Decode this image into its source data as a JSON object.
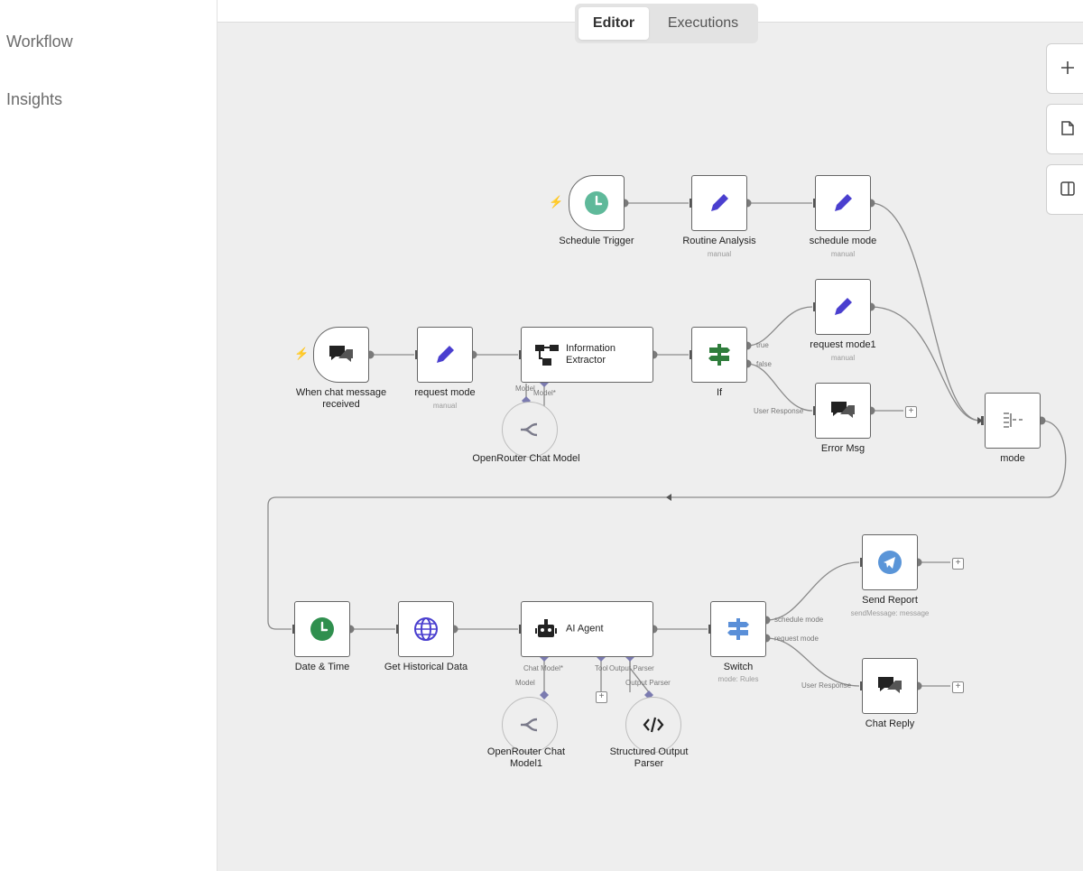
{
  "sidebar": {
    "items": [
      {
        "label": "Workflow"
      },
      {
        "label": "Insights"
      }
    ]
  },
  "tabs": [
    {
      "label": "Editor",
      "active": true
    },
    {
      "label": "Executions",
      "active": false
    }
  ],
  "canvas_controls": [
    {
      "icon": "plus-icon"
    },
    {
      "icon": "sticky-note-icon"
    },
    {
      "icon": "panel-toggle-icon"
    }
  ],
  "nodes": {
    "schedule_trigger": {
      "label": "Schedule Trigger",
      "icon": "clock-icon"
    },
    "routine_analysis": {
      "label": "Routine Analysis",
      "note": "manual",
      "icon": "pencil-icon"
    },
    "schedule_mode": {
      "label": "schedule mode",
      "note": "manual",
      "icon": "pencil-icon"
    },
    "chat_trigger": {
      "label": "When chat message received",
      "icon": "chat-icon"
    },
    "request_mode": {
      "label": "request mode",
      "note": "manual",
      "icon": "pencil-icon"
    },
    "info_extractor": {
      "label": "Information Extractor",
      "icon": "extractor-icon"
    },
    "openrouter": {
      "label": "OpenRouter Chat Model",
      "icon": "openrouter-icon"
    },
    "if_node": {
      "label": "If",
      "icon": "signpost-icon"
    },
    "request_mode1": {
      "label": "request mode1",
      "note": "manual",
      "icon": "pencil-icon"
    },
    "error_msg": {
      "label": "Error Msg",
      "icon": "chat-icon"
    },
    "mode": {
      "label": "mode",
      "icon": "merge-icon"
    },
    "date_time": {
      "label": "Date & Time",
      "icon": "clock-icon"
    },
    "historical": {
      "label": "Get Historical Data",
      "icon": "globe-icon"
    },
    "ai_agent": {
      "label": "AI Agent",
      "icon": "robot-icon"
    },
    "openrouter1": {
      "label": "OpenRouter Chat Model1",
      "icon": "openrouter-icon"
    },
    "parser": {
      "label": "Structured Output Parser",
      "icon": "code-icon"
    },
    "switch": {
      "label": "Switch",
      "note": "mode: Rules",
      "icon": "signpost-icon"
    },
    "send_report": {
      "label": "Send Report",
      "note": "sendMessage: message",
      "icon": "telegram-icon"
    },
    "chat_reply": {
      "label": "Chat Reply",
      "icon": "chat-icon"
    }
  },
  "ports": {
    "ie_model": "Model*",
    "ie_sub_model": "Model",
    "if_true": "true",
    "if_false": "false",
    "err_in": "User Response",
    "ag_chat": "Chat Model*",
    "ag_tool": "Tool",
    "ag_out": "Output Parser",
    "ag_sub_model": "Model",
    "ag_sub_out": "Output Parser",
    "sw_sched": "schedule mode",
    "sw_req": "request mode",
    "reply_in": "User Response"
  },
  "colors": {
    "canvas": "#eeeeee",
    "edge": "#8a8a8a",
    "pencil": "#4a3fcf",
    "clock_teal": "#5fb99a",
    "clock_green": "#2f8f4e",
    "globe": "#4a3fcf",
    "telegram": "#5a95d8",
    "switch": "#5a8fd8",
    "if": "#2f7d3c"
  }
}
